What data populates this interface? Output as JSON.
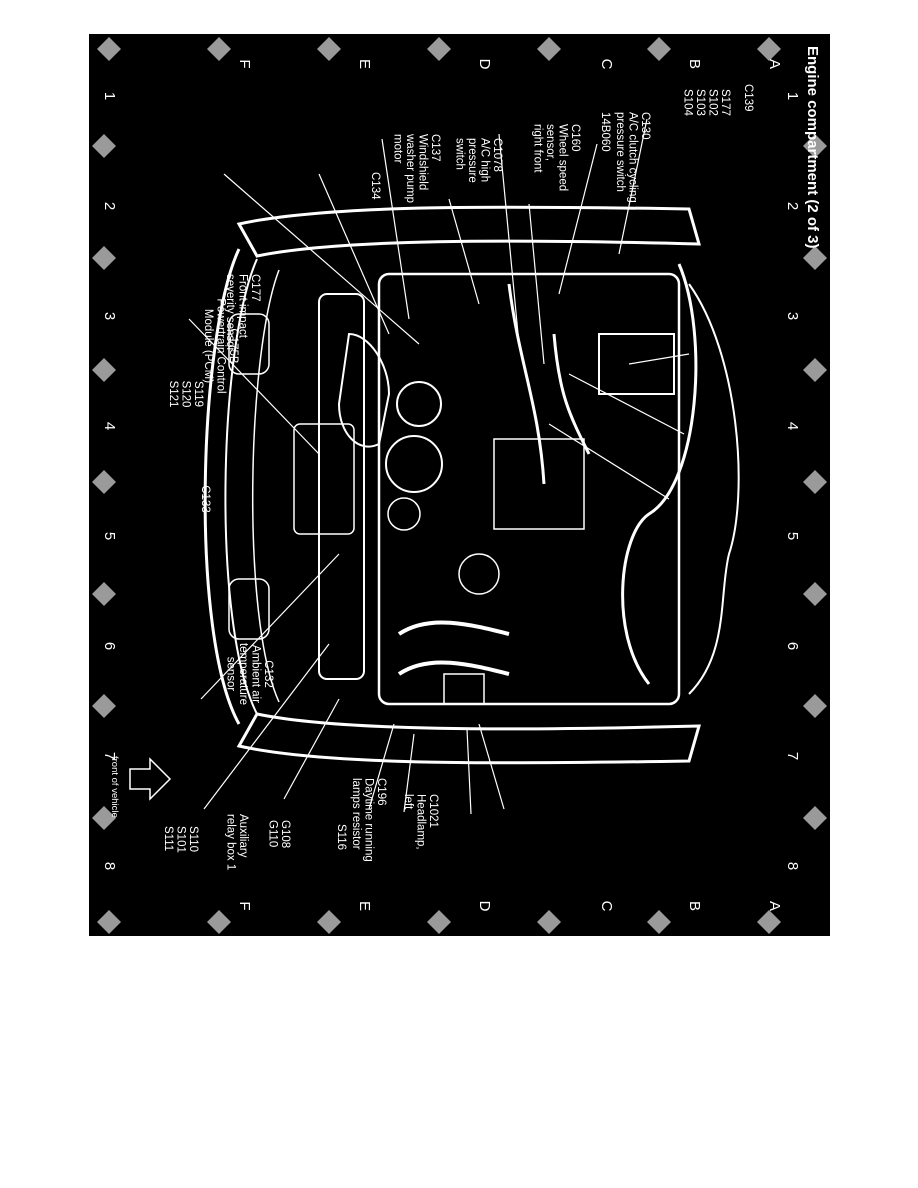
{
  "title": "Engine compartment (2 of 3)",
  "grid": {
    "rows": [
      "A",
      "B",
      "C",
      "D",
      "E",
      "F"
    ],
    "cols": [
      "1",
      "2",
      "3",
      "4",
      "5",
      "6",
      "7",
      "8"
    ]
  },
  "callouts": [
    {
      "id": "c139",
      "lines": [
        "C139"
      ]
    },
    {
      "id": "s177",
      "lines": [
        "S177",
        "S102",
        "S103",
        "S104"
      ]
    },
    {
      "id": "c130",
      "lines": [
        "C130",
        "A/C clutch cycling",
        "pressure switch"
      ]
    },
    {
      "id": "b14060",
      "lines": [
        "14B060"
      ]
    },
    {
      "id": "c160",
      "lines": [
        "C160",
        "Wheel speed",
        "sensor,",
        "right front"
      ]
    },
    {
      "id": "c1078",
      "lines": [
        "C1078",
        "A/C high",
        "pressure",
        "switch"
      ]
    },
    {
      "id": "c137",
      "lines": [
        "C137",
        "Windshield",
        "washer pump",
        "motor"
      ]
    },
    {
      "id": "c134",
      "lines": [
        "C134"
      ]
    },
    {
      "id": "c177",
      "lines": [
        "C177",
        "Front impact",
        "severity sensor"
      ]
    },
    {
      "id": "c175b",
      "lines": [
        "C175B",
        "Powertrain Control",
        "Module (PCM)"
      ]
    },
    {
      "id": "s119",
      "lines": [
        "S119",
        "S120",
        "S121"
      ]
    },
    {
      "id": "c133",
      "lines": [
        "C133"
      ]
    },
    {
      "id": "c132",
      "lines": [
        "C132",
        "Ambient air",
        "temperature",
        "sensor"
      ]
    },
    {
      "id": "s110",
      "lines": [
        "S110",
        "S101",
        "S111"
      ]
    },
    {
      "id": "aux",
      "lines": [
        "Auxiliary",
        "relay box 1"
      ]
    },
    {
      "id": "g108",
      "lines": [
        "G108",
        "G110"
      ]
    },
    {
      "id": "s116",
      "lines": [
        "S116"
      ]
    },
    {
      "id": "c196",
      "lines": [
        "C196",
        "Daytime running",
        "lamps resistor"
      ]
    },
    {
      "id": "c1021",
      "lines": [
        "C1021",
        "Headlamp,",
        "left"
      ]
    }
  ],
  "orientation": {
    "label": "front of vehicle",
    "arrow_icon": "arrow-icon"
  }
}
